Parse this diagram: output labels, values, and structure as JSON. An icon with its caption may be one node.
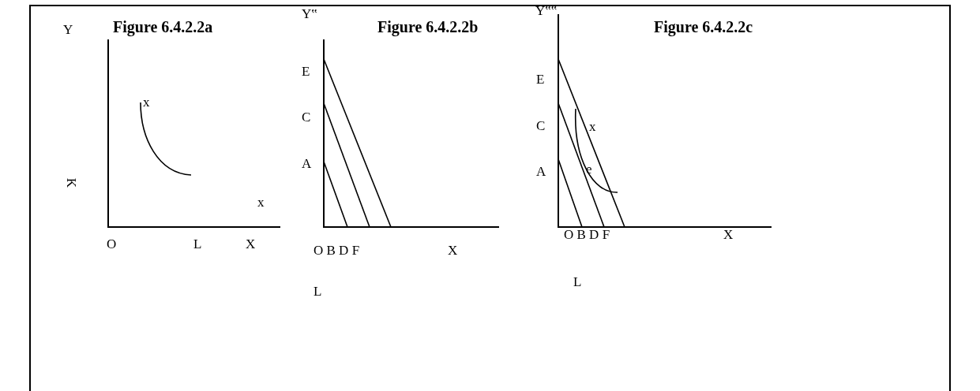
{
  "diagram": {
    "labels": [
      "Y",
      "Figure 6.4.2.2a",
      "x",
      "K",
      "x",
      "O",
      "L",
      "X",
      "Y‟",
      "Figure 6.4.2.2b",
      "E",
      "C",
      "A",
      "O B D F",
      "X",
      "L",
      "Y‟‟",
      "Figure 6.4.2.2c",
      "E",
      "C",
      "x",
      "A",
      "e",
      "O B D F",
      "X",
      "L"
    ]
  }
}
